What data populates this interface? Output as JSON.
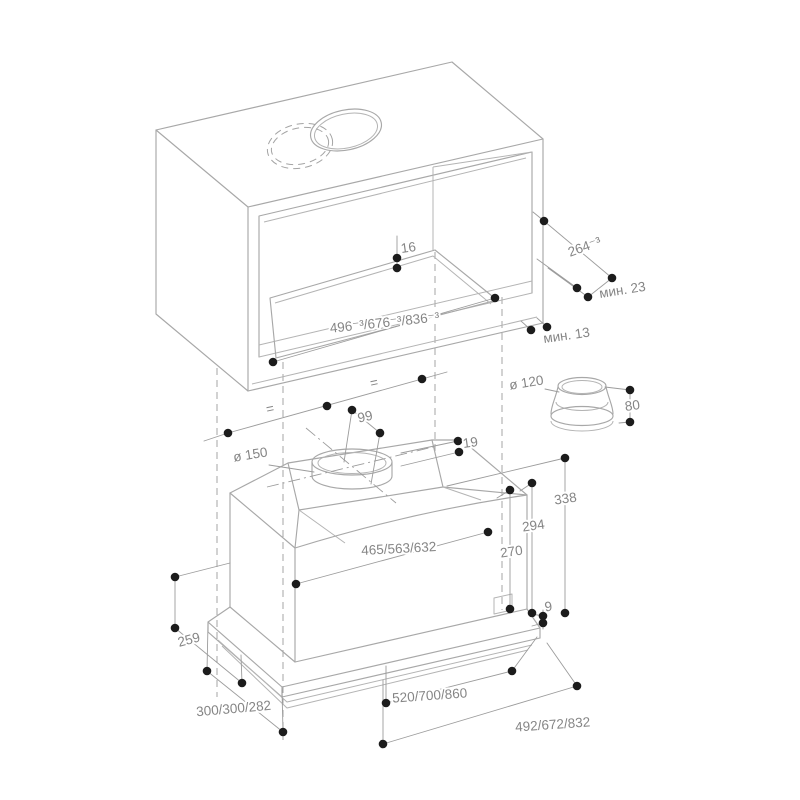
{
  "diagram": {
    "description": "built-in cooker hood installation drawing with cabinet cutout and duct adapter",
    "colors": {
      "background": "#ffffff",
      "outline": "#a8a8a8",
      "dimension_line": "#9c9c9c",
      "label_text": "#858585",
      "dot": "#1c1c1c"
    },
    "labels": {
      "panel_thickness_16": "16",
      "cutout_width": "496⁻³/676⁻³/836⁻³",
      "cutout_depth_264": "264⁻³",
      "min_23": "мин. 23",
      "min_13": "мин. 13",
      "duct_diameter": "ø 120",
      "adapter_height_80": "80",
      "equal_left": "=",
      "equal_right": "=",
      "offset_99": "99",
      "plate_thickness_19": "19",
      "collar_diameter": "ø 150",
      "body_width": "465/563/632",
      "height_270": "270",
      "height_294": "294",
      "height_338": "338",
      "flange_9": "9",
      "body_depth_259": "259",
      "depth_300": "300/300/282",
      "overall_width": "520/700/860",
      "cutout_bottom_width": "492/672/832"
    }
  }
}
